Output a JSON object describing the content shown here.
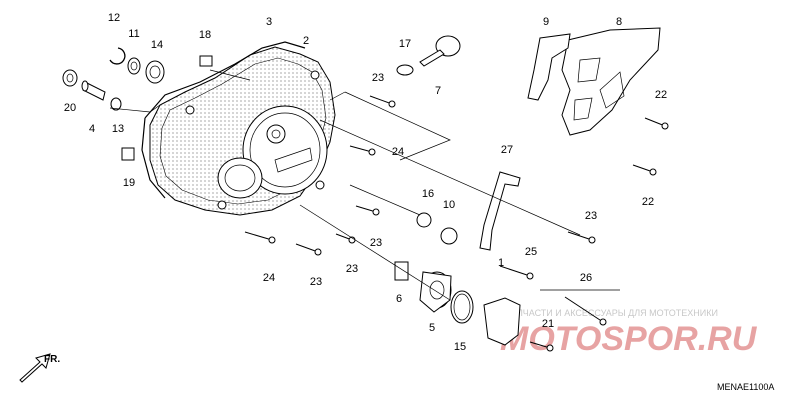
{
  "labels": {
    "p1": "1",
    "p2": "2",
    "p3": "3",
    "p4": "4",
    "p5": "5",
    "p6": "6",
    "p7": "7",
    "p8": "8",
    "p9": "9",
    "p10": "10",
    "p11": "11",
    "p12": "12",
    "p13": "13",
    "p14": "14",
    "p15": "15",
    "p16": "16",
    "p17": "17",
    "p19": "19",
    "p20": "20",
    "p21": "21",
    "p22a": "22",
    "p22b": "22",
    "p23a": "23",
    "p23b": "23",
    "p23c": "23",
    "p23d": "23",
    "p23e": "23",
    "p24a": "24",
    "p24b": "24",
    "p25": "25",
    "p26": "26",
    "p27": "27",
    "p18": "18"
  },
  "diagram_code": "MENAE1100A",
  "front_marker": "FR.",
  "watermark": {
    "tagline": "ЗАПЧАСТИ И АКСЕССУАРЫ ДЛЯ МОТОТЕХНИКИ",
    "logo": "MOTOSPOR.RU"
  },
  "colors": {
    "line": "#000000",
    "watermark": "#e7a3a3",
    "background": "#ffffff"
  }
}
